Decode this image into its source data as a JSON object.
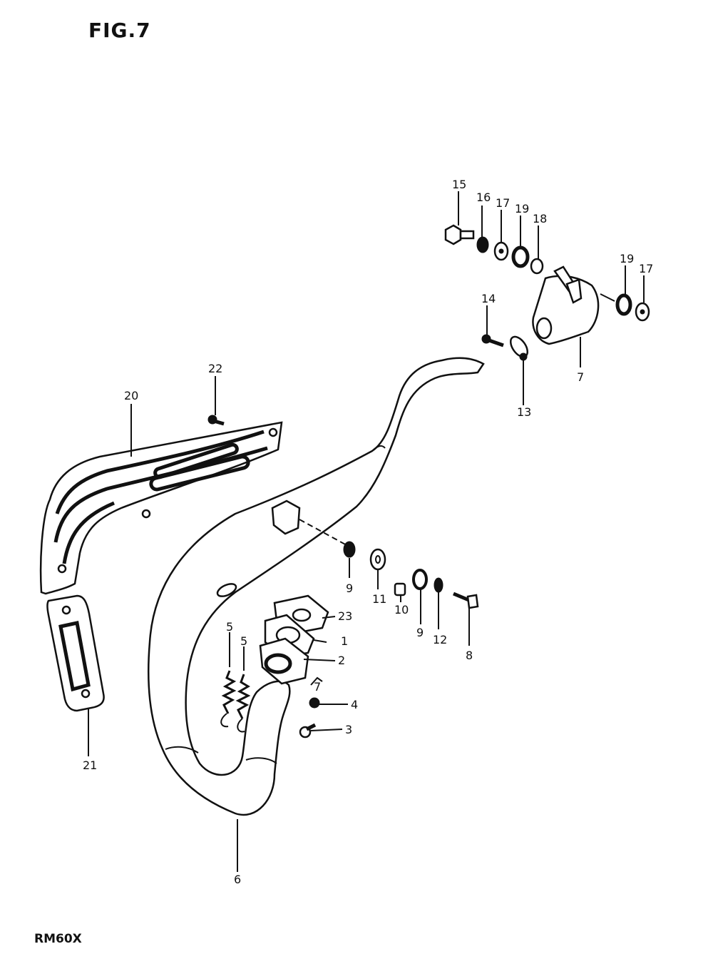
{
  "figure": {
    "title": "FIG.7",
    "model": "RM60X"
  },
  "callouts": [
    {
      "id": "c1",
      "text": "1"
    },
    {
      "id": "c2",
      "text": "2"
    },
    {
      "id": "c3",
      "text": "3"
    },
    {
      "id": "c4",
      "text": "4"
    },
    {
      "id": "c5a",
      "text": "5"
    },
    {
      "id": "c5b",
      "text": "5"
    },
    {
      "id": "c6",
      "text": "6"
    },
    {
      "id": "c7a",
      "text": "7"
    },
    {
      "id": "c7b",
      "text": "7"
    },
    {
      "id": "c8",
      "text": "8"
    },
    {
      "id": "c9a",
      "text": "9"
    },
    {
      "id": "c9b",
      "text": "9"
    },
    {
      "id": "c10",
      "text": "10"
    },
    {
      "id": "c11",
      "text": "11"
    },
    {
      "id": "c12",
      "text": "12"
    },
    {
      "id": "c13",
      "text": "13"
    },
    {
      "id": "c14",
      "text": "14"
    },
    {
      "id": "c15",
      "text": "15"
    },
    {
      "id": "c16",
      "text": "16"
    },
    {
      "id": "c17a",
      "text": "17"
    },
    {
      "id": "c17b",
      "text": "17"
    },
    {
      "id": "c18",
      "text": "18"
    },
    {
      "id": "c19a",
      "text": "19"
    },
    {
      "id": "c19b",
      "text": "19"
    },
    {
      "id": "c20",
      "text": "20"
    },
    {
      "id": "c21",
      "text": "21"
    },
    {
      "id": "c22",
      "text": "22"
    },
    {
      "id": "c23",
      "text": "23"
    }
  ]
}
